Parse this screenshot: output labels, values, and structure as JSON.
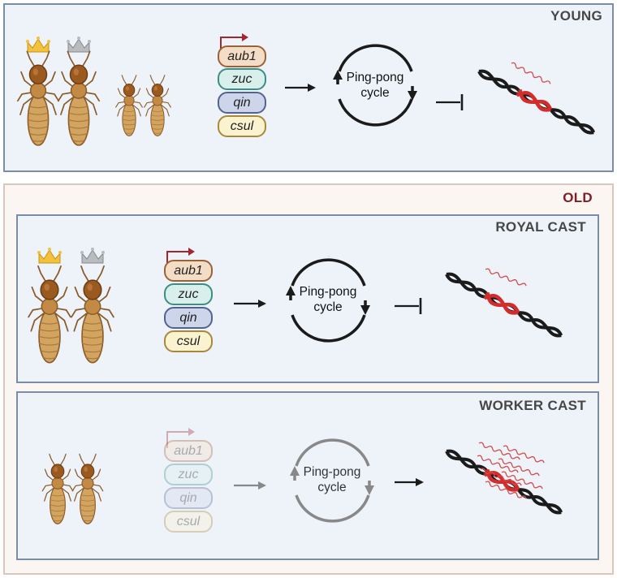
{
  "panels": {
    "young": {
      "title": "YOUNG"
    },
    "old": {
      "title": "OLD"
    },
    "royal": {
      "title": "ROYAL CAST"
    },
    "worker": {
      "title": "WORKER CAST"
    }
  },
  "genes": [
    "aub1",
    "zuc",
    "qin",
    "csul"
  ],
  "cycle_label": {
    "line1": "Ping-pong",
    "line2": "cycle"
  },
  "colors": {
    "panel_border": "#7a8eaa",
    "old_border": "#d8c7bd",
    "old_title": "#7d1f26",
    "promoter_arrow": "#a3262e",
    "dna_highlight": "#d42b2b",
    "crown_gold": "#f3c13a",
    "crown_silver": "#b9bcbf",
    "termite_body": "#c89a55",
    "termite_head": "#9a5a1f"
  }
}
